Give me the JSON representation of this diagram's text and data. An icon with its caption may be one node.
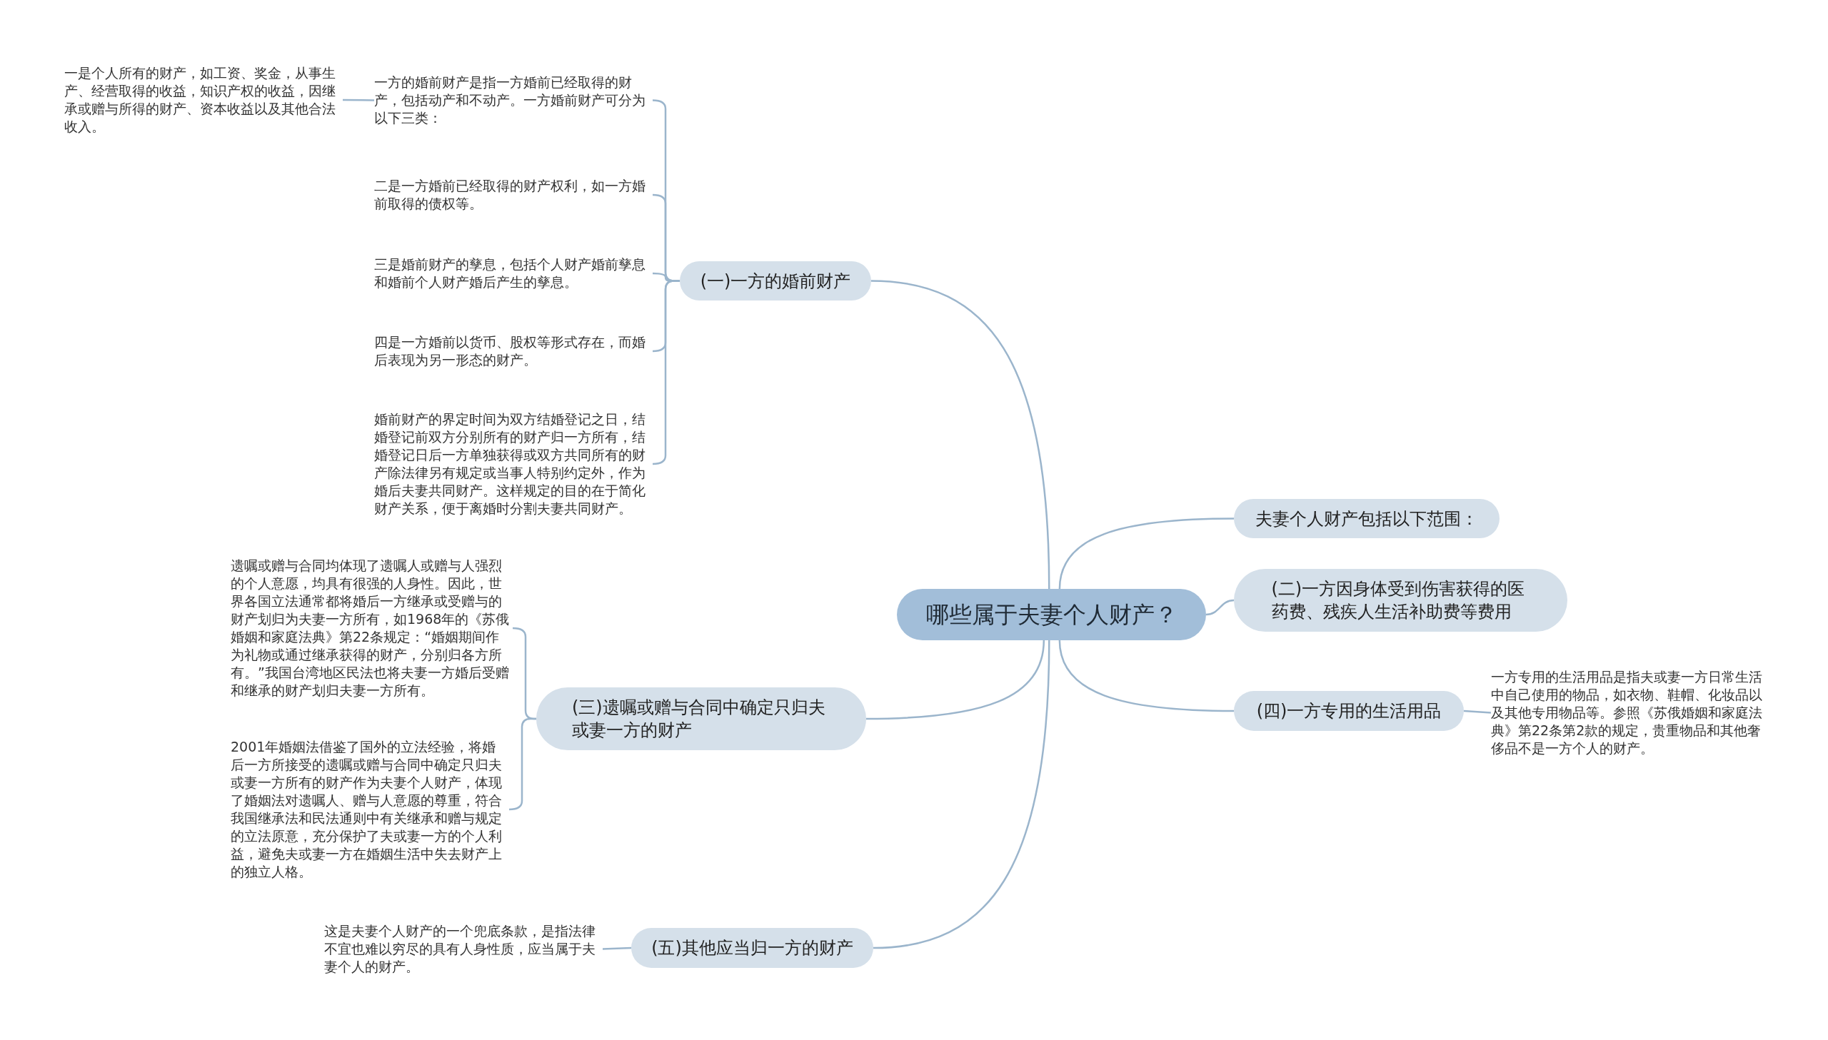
{
  "diagram": {
    "nodes": [
      {
        "text": [
          "哪些属于夫妻个人财产？"
        ]
      },
      {
        "text": [
          "(一)一方的婚前财产"
        ]
      },
      {
        "text": [
          "一方的婚前财产是指一方婚前已经取得的财产，包括动产和不动产。一方婚前财产可分为以下三类："
        ]
      },
      {
        "text": [
          "一是个人所有的财产，如工资、奖金，从事生产、经营取得的收益，知识产权的收益，因继承或赠与所得的财产、资本收益以及其他合法收入。"
        ]
      },
      {
        "text": [
          "二是一方婚前已经取得的财产权利，如一方婚前取得的债权等。"
        ]
      },
      {
        "text": [
          "三是婚前财产的孳息，包括个人财产婚前孳息和婚前个人财产婚后产生的孳息。"
        ]
      },
      {
        "text": [
          "四是一方婚前以货币、股权等形式存在，而婚后表现为另一形态的财产。"
        ]
      },
      {
        "text": [
          "婚前财产的界定时间为双方结婚登记之日，结婚登记前双方分别所有的财产归一方所有，结婚登记日后一方单独获得或双方共同所有的财产除法律另有规定或当事人特别约定外，作为婚后夫妻共同财产。这样规定的目的在于简化财产关系，便于离婚时分割夫妻共同财产。"
        ]
      },
      {
        "text": [
          "夫妻个人财产包括以下范围："
        ]
      },
      {
        "text": [
          "(二)一方因身体受到伤害获得的医药费、残疾人生活补助费等费用"
        ]
      },
      {
        "text": [
          "(三)遗嘱或赠与合同中确定只归夫或妻一方的财产"
        ]
      },
      {
        "text": [
          "遗嘱或赠与合同均体现了遗嘱人或赠与人强烈的个人意愿，均具有很强的人身性。因此，世界各国立法通常都将婚后一方继承或受赠与的财产划归为夫妻一方所有，如1968年的《苏俄婚姻和家庭法典》第22条规定：“婚姻期间作为礼物或通过继承获得的财产，分别归各方所有。”我国台湾地区民法也将夫妻一方婚后受赠和继承的财产划归夫妻一方所有。"
        ]
      },
      {
        "text": [
          "2001年婚姻法借鉴了国外的立法经验，将婚后一方所接受的遗嘱或赠与合同中确定只归夫或妻一方所有的财产作为夫妻个人财产，体现了婚姻法对遗嘱人、赠与人意愿的尊重，符合我国继承法和民法通则中有关继承和赠与规定的立法原意，充分保护了夫或妻一方的个人利益，避免夫或妻一方在婚姻生活中失去财产上的独立人格。"
        ]
      },
      {
        "text": [
          "(四)一方专用的生活用品"
        ]
      },
      {
        "text": [
          "一方专用的生活用品是指夫或妻一方日常生活中自己使用的物品，如衣物、鞋帽、化妆品以及其他专用物品等。参照《苏俄婚姻和家庭法典》第22条第2款的规定，贵重物品和其他奢侈品不是一方个人的财产。"
        ]
      },
      {
        "text": [
          "(五)其他应当归一方的财产"
        ]
      },
      {
        "text": [
          "这是夫妻个人财产的一个兜底条款，是指法律不宜也难以穷尽的具有人身性质，应当属于夫妻个人的财产。"
        ]
      }
    ],
    "edges": [
      {
        "from": 0,
        "to": 1,
        "arrow": "none"
      },
      {
        "from": 1,
        "to": 2,
        "arrow": "none"
      },
      {
        "from": 2,
        "to": 3,
        "arrow": "none"
      },
      {
        "from": 1,
        "to": 4,
        "arrow": "none"
      },
      {
        "from": 1,
        "to": 5,
        "arrow": "none"
      },
      {
        "from": 1,
        "to": 6,
        "arrow": "none"
      },
      {
        "from": 1,
        "to": 7,
        "arrow": "none"
      },
      {
        "from": 0,
        "to": 8,
        "arrow": "none"
      },
      {
        "from": 0,
        "to": 9,
        "arrow": "none"
      },
      {
        "from": 0,
        "to": 10,
        "arrow": "none"
      },
      {
        "from": 10,
        "to": 11,
        "arrow": "none"
      },
      {
        "from": 10,
        "to": 12,
        "arrow": "none"
      },
      {
        "from": 0,
        "to": 13,
        "arrow": "none"
      },
      {
        "from": 13,
        "to": 14,
        "arrow": "none"
      },
      {
        "from": 0,
        "to": 15,
        "arrow": "none"
      },
      {
        "from": 15,
        "to": 16,
        "arrow": "none"
      }
    ]
  }
}
